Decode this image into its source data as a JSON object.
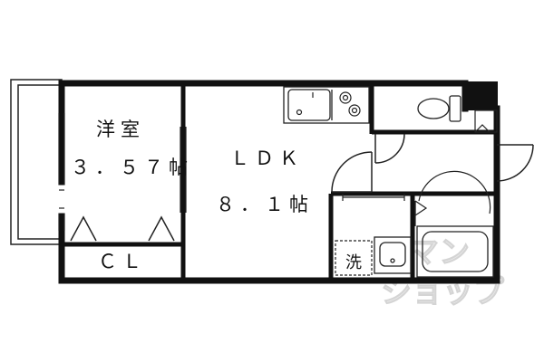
{
  "rooms": {
    "western_room": {
      "name": "洋室",
      "size": "３．５７帖"
    },
    "ldk": {
      "name": "ＬＤＫ",
      "size": "８．１帖"
    },
    "closet": {
      "name": "ＣＬ"
    },
    "washer": {
      "name": "洗"
    }
  },
  "watermark": {
    "line1": "マン",
    "line2": "ショップ"
  }
}
